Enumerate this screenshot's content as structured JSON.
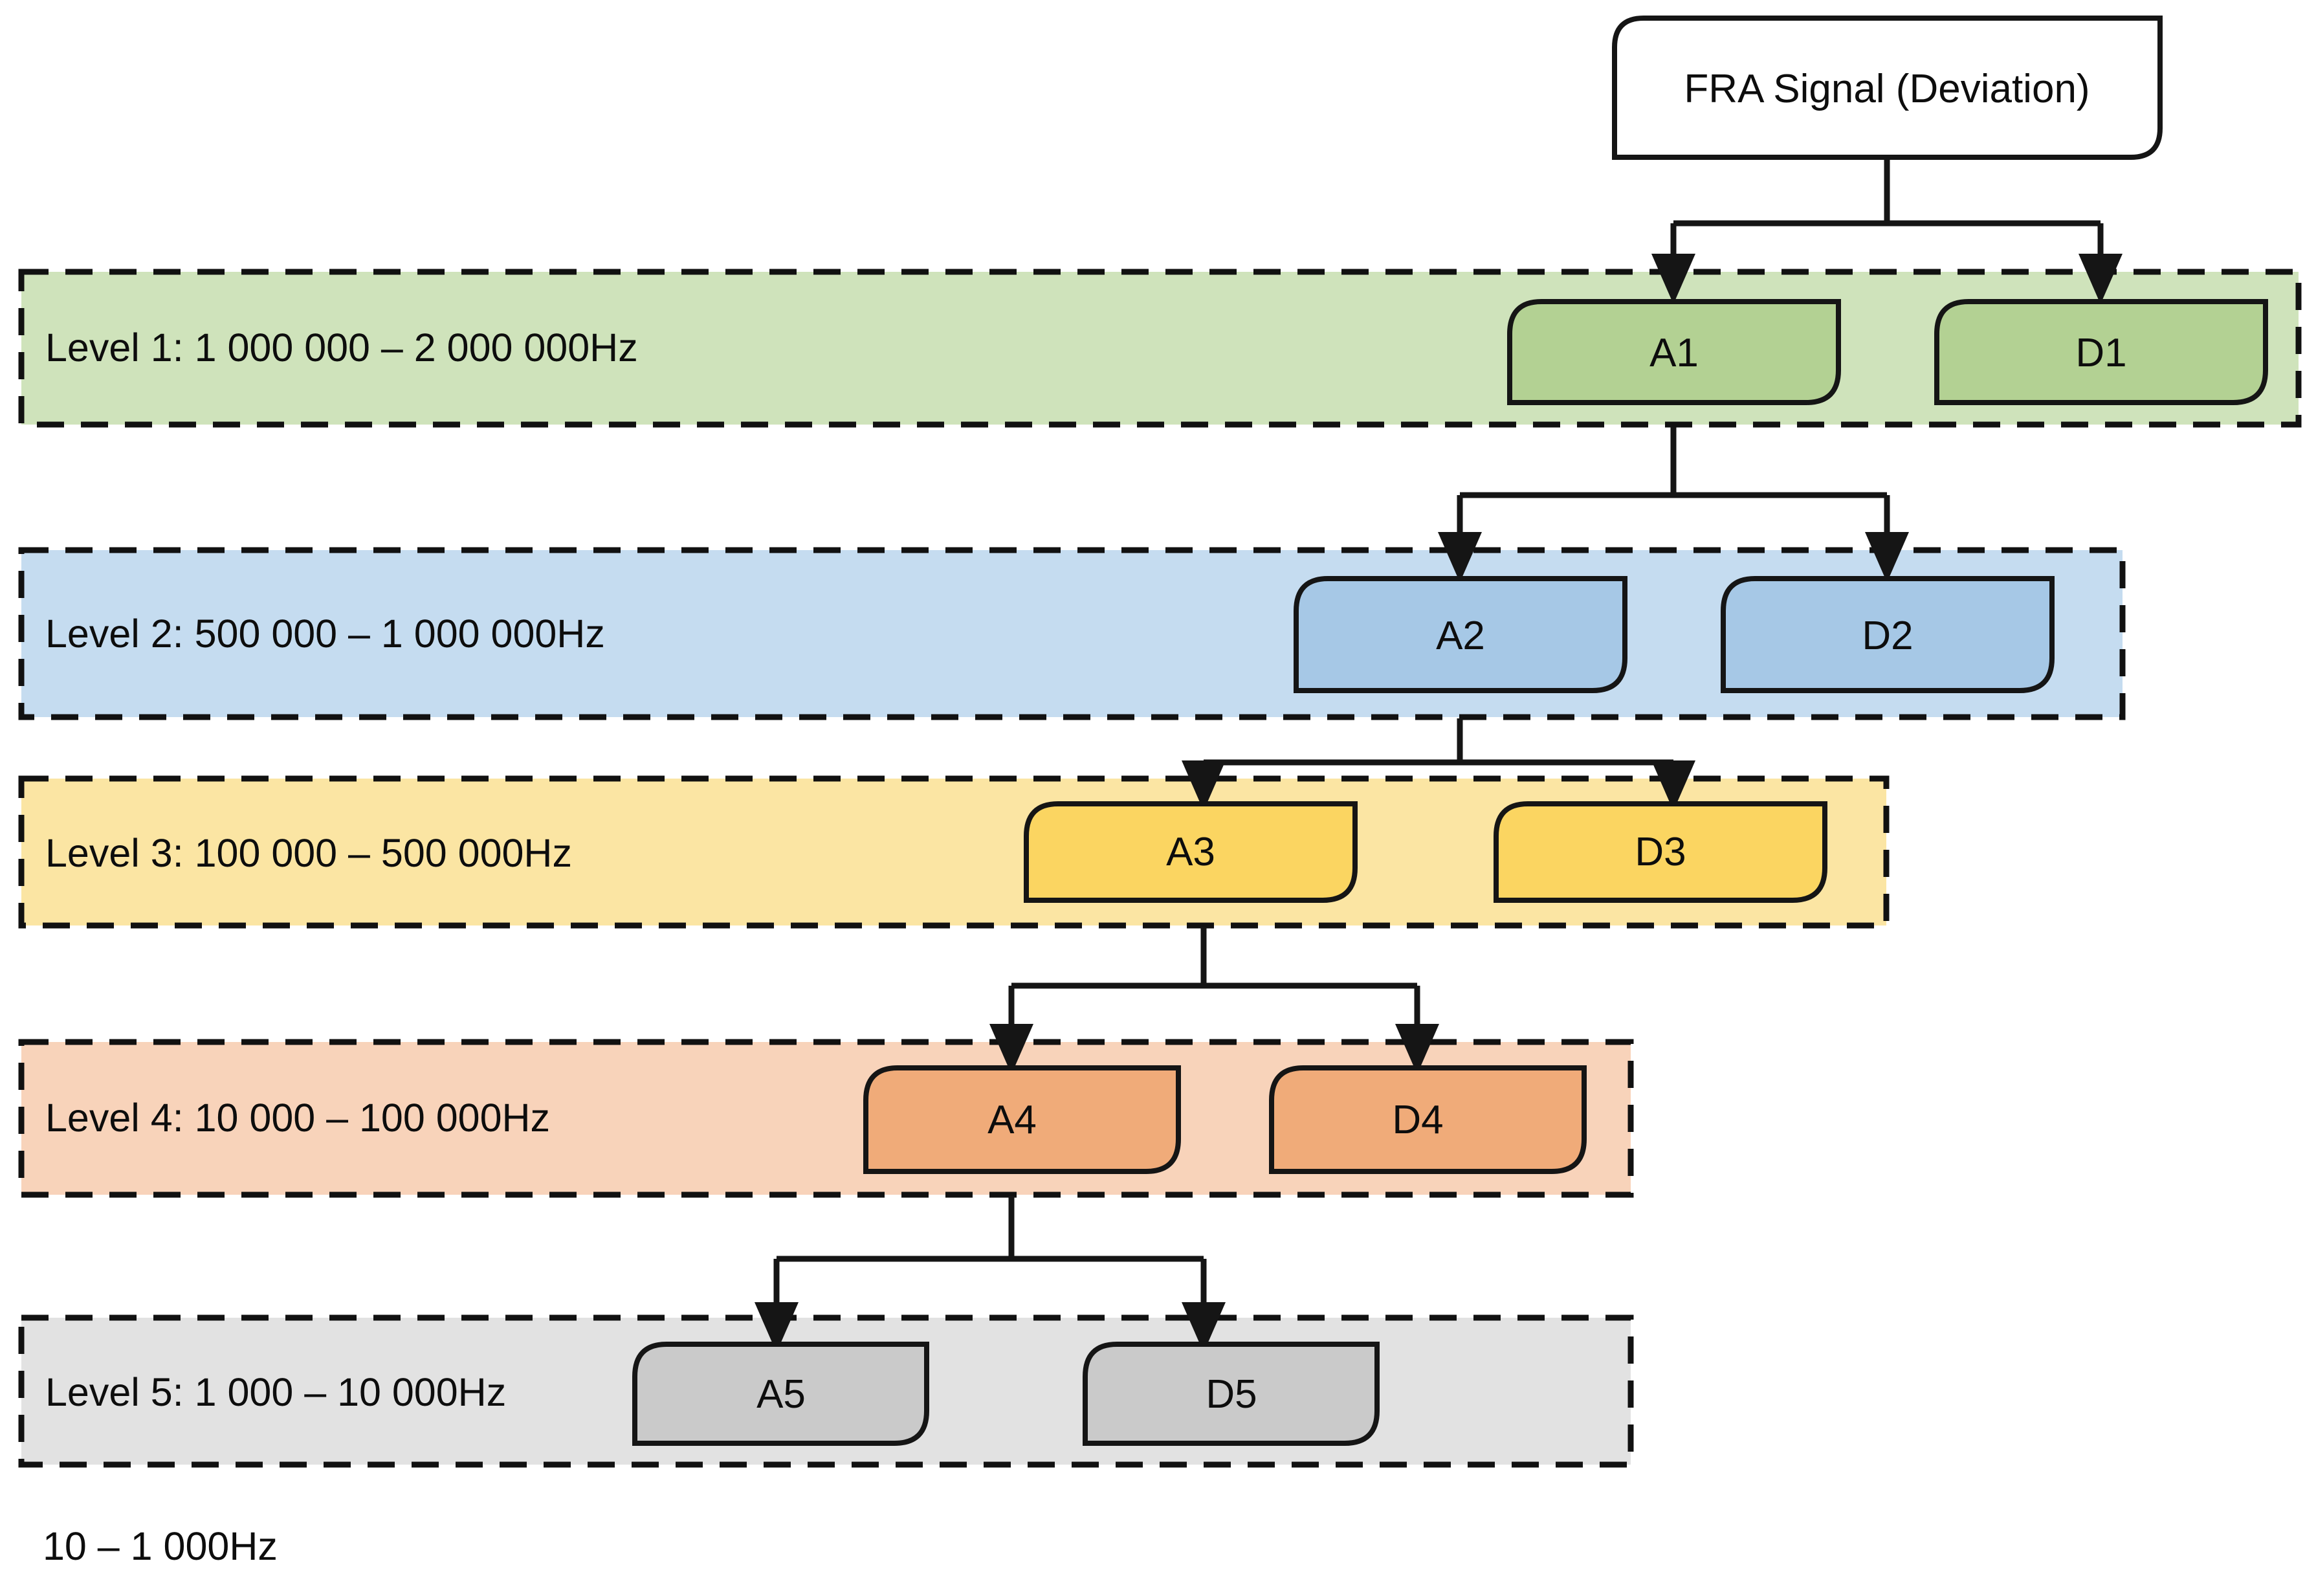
{
  "title_node": {
    "label": "FRA Signal (Deviation)",
    "fill": "#ffffff"
  },
  "footer": {
    "label": "10 – 1 000Hz"
  },
  "levels": [
    {
      "band_label": "Level 1: 1 000 000 – 2 000 000Hz",
      "band_fill": "#cfe3bb",
      "node_fill": "#b3d193",
      "approx_label": "A1",
      "detail_label": "D1"
    },
    {
      "band_label": "Level 2: 500 000 – 1 000 000Hz",
      "band_fill": "#c5dcf0",
      "node_fill": "#a6c8e6",
      "approx_label": "A2",
      "detail_label": "D2"
    },
    {
      "band_label": "Level 3: 100 000 – 500 000Hz",
      "band_fill": "#fbe5a3",
      "node_fill": "#fbd561",
      "approx_label": "A3",
      "detail_label": "D3"
    },
    {
      "band_label": "Level 4: 10 000 – 100 000Hz",
      "band_fill": "#f8d3ba",
      "node_fill": "#f0ab79",
      "approx_label": "A4",
      "detail_label": "D4"
    },
    {
      "band_label": "Level 5: 1 000 – 10 000Hz",
      "band_fill": "#e2e2e2",
      "node_fill": "#cacaca",
      "approx_label": "A5",
      "detail_label": "D5"
    }
  ],
  "colors": {
    "outline": "#151515",
    "band_border": "#111111",
    "page_background": "#ffffff",
    "text": "#0d0d0d"
  }
}
